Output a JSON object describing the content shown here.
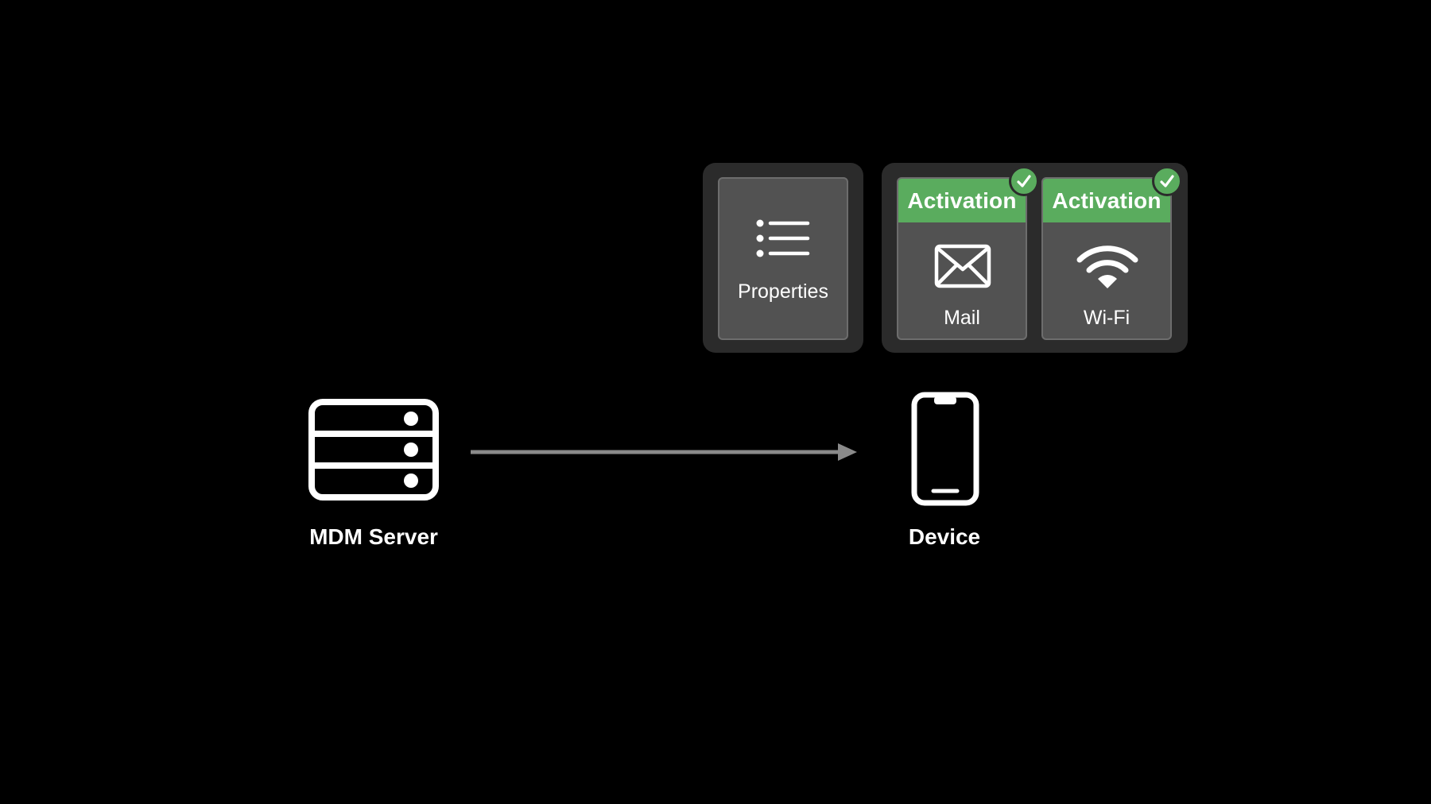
{
  "diagram": {
    "server": {
      "label": "MDM Server",
      "icon": "server-icon"
    },
    "device": {
      "label": "Device",
      "icon": "iphone-icon"
    },
    "arrow": {
      "direction": "server-to-device",
      "color": "#8a8a8a"
    },
    "properties_group": {
      "cards": [
        {
          "label": "Properties",
          "icon": "list-icon"
        }
      ]
    },
    "activation_group": {
      "cards": [
        {
          "header": "Activation",
          "label": "Mail",
          "icon": "envelope-icon",
          "status": "checkmark-icon"
        },
        {
          "header": "Activation",
          "label": "Wi-Fi",
          "icon": "wifi-icon",
          "status": "checkmark-icon"
        }
      ]
    },
    "colors": {
      "background": "#000000",
      "group_background": "#2b2b2b",
      "card_background": "#525252",
      "activation_green": "#5aac5e",
      "arrow_gray": "#8a8a8a"
    }
  }
}
